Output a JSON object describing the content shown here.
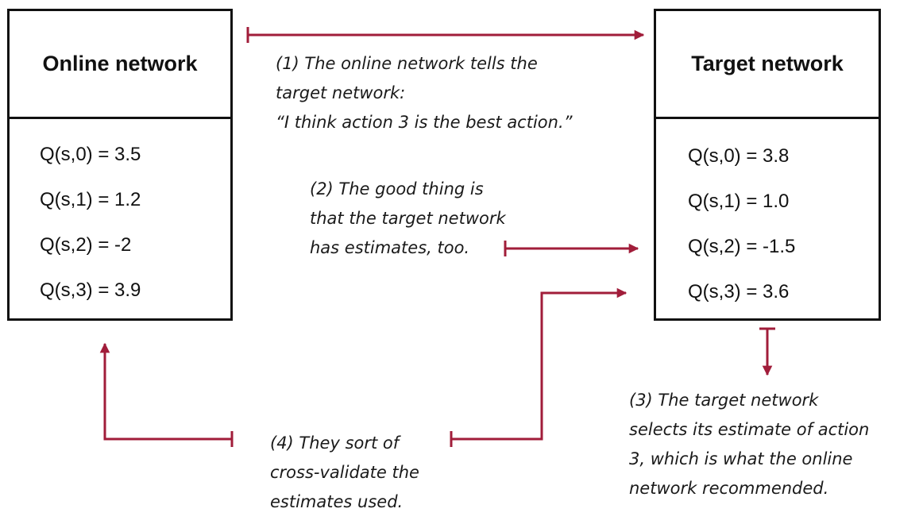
{
  "online": {
    "title": "Online network",
    "rows": [
      "Q(s,0) = 3.5",
      "Q(s,1) = 1.2",
      "Q(s,2) = -2",
      "Q(s,3) = 3.9"
    ]
  },
  "target": {
    "title": "Target network",
    "rows": [
      "Q(s,0) = 3.8",
      "Q(s,1) = 1.0",
      "Q(s,2) = -1.5",
      "Q(s,3) = 3.6"
    ]
  },
  "notes": {
    "n1": [
      "(1) The online network tells the",
      "target network:",
      "“I think action 3 is the best action.”"
    ],
    "n2": [
      "(2) The good thing is",
      "that the target network",
      "has estimates, too."
    ],
    "n3": [
      "(3) The target network",
      "selects its estimate of action",
      "3, which is what the online",
      "network recommended."
    ],
    "n4": [
      "(4) They sort of",
      "cross-validate the",
      "estimates used."
    ]
  },
  "colors": {
    "arrow": "#a11d3a",
    "border": "#111111"
  }
}
